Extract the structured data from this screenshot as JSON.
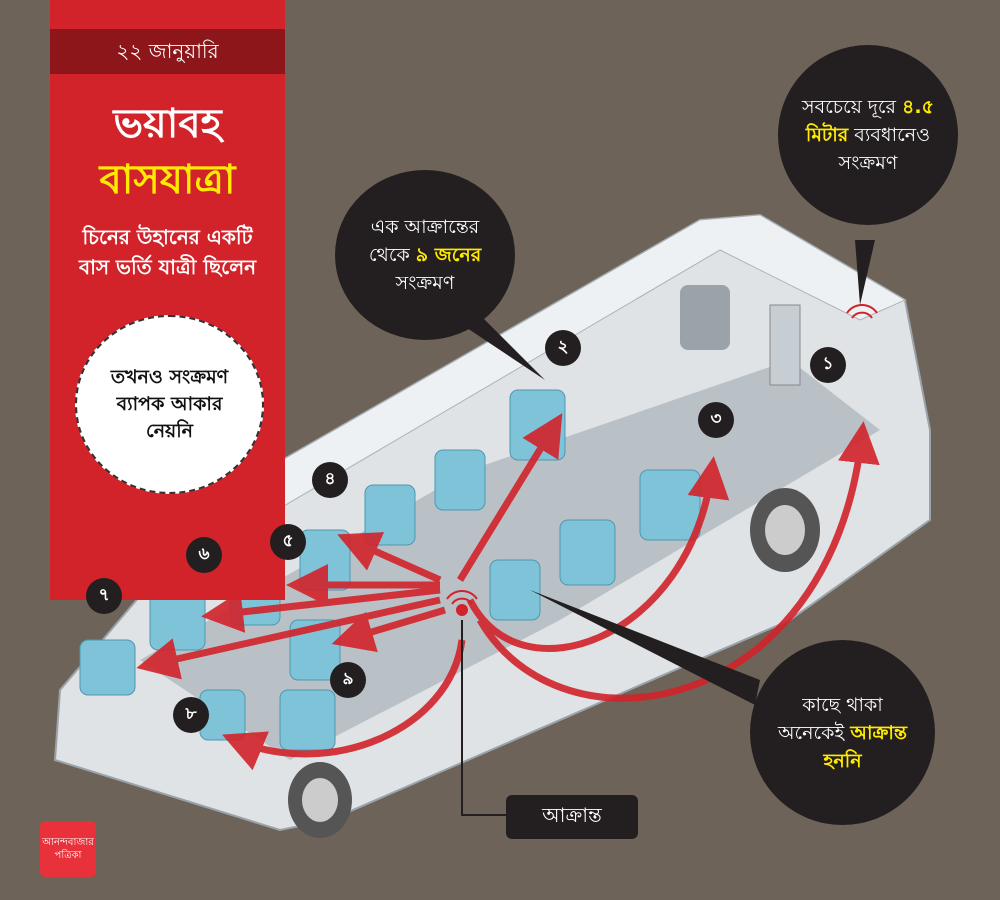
{
  "sidebar": {
    "date": "২২ জানুয়ারি",
    "title_line1": "ভয়াবহ",
    "title_line2": "বাসযাত্রা",
    "subtitle_line1": "চিনের উহানের একটি",
    "subtitle_line2": "বাস ভর্তি যাত্রী ছিলেন",
    "note": "তখনও সংক্রমণ ব্যাপক আকার নেয়নি"
  },
  "bubbles": {
    "center": {
      "pre": "এক আক্রান্তের থেকে ",
      "highlight": "৯ জনের",
      "post": " সংক্রমণ"
    },
    "far": {
      "pre": "সবচেয়ে দূরে ",
      "highlight": "৪.৫ মিটার",
      "post": " ব্যবধানেও সংক্রমণ"
    },
    "near": {
      "pre": "কাছে থাকা অনেকেই ",
      "highlight": "আক্রান্ত হননি"
    }
  },
  "infected_label": "আক্রান্ত",
  "passengers": [
    "১",
    "২",
    "৩",
    "৪",
    "৫",
    "৬",
    "৭",
    "৮",
    "৯"
  ],
  "logo": "আনন্দবাজার পত্রিকা",
  "colors": {
    "background": "#6e6358",
    "panel": "#d2232a",
    "highlight": "#ffea00",
    "arrow": "#d2232a"
  }
}
